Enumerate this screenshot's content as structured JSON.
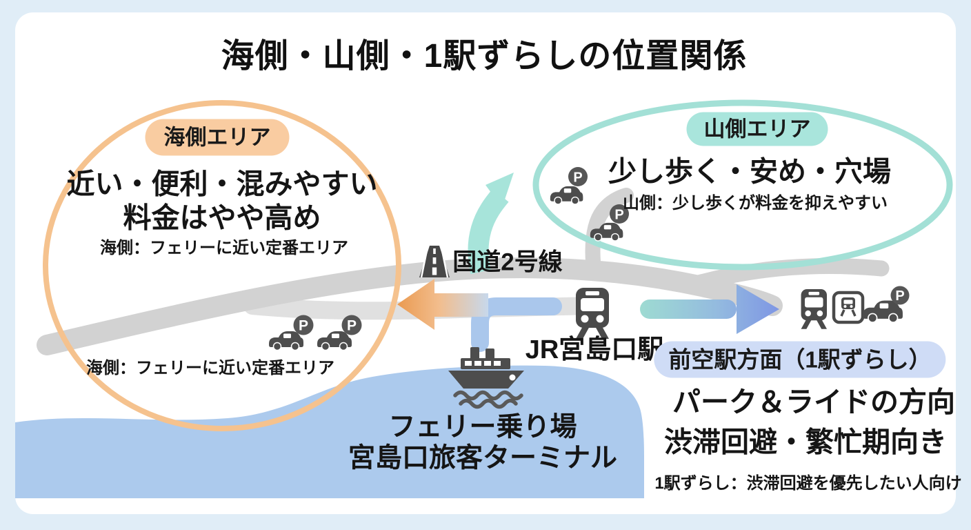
{
  "title": "海側・山側・1駅ずらしの位置関係",
  "sea_area": {
    "badge": "海側エリア",
    "line1": "近い・便利・混みやすい",
    "line2": "料金はやや高め",
    "note_top": "海側：フェリーに近い定番エリア",
    "note_bottom": "海側：フェリーに近い定番エリア"
  },
  "mountain_area": {
    "badge": "山側エリア",
    "line1": "少し歩く・安め・穴場",
    "note": "山側：少し歩くが料金を抑えやすい"
  },
  "shift_area": {
    "badge": "前空駅方面（1駅ずらし）",
    "line1": "パーク＆ライドの方向",
    "line2": "渋滞回避・繁忙期向き",
    "note": "1駅ずらし：渋滞回避を優先したい人向け"
  },
  "landmarks": {
    "route_label": "国道2号線",
    "station_label": "JR宮島口駅",
    "ferry_line1": "フェリー乗り場",
    "ferry_line2": "宮島口旅客ターミナル"
  },
  "icons": {
    "parking_label": "P"
  },
  "colors": {
    "background": "#e0edf7",
    "card": "#ffffff",
    "sea_circle_stroke": "#f5c28e",
    "sea_badge_bg": "#f9cca1",
    "mountain_ellipse_stroke": "#a3e0d6",
    "mountain_badge_bg": "#a9e5dc",
    "shift_badge_bg": "#cfdcf6",
    "water": "#accaed",
    "road_gray": "#d2d2d2",
    "station_road_gray": "#e0e0e0",
    "ferry_road_blue": "#aac7ec",
    "arrow_teal": "#a7e4da",
    "arrow_orange": "#ea9a50",
    "arrow_blue": "#7e96e4",
    "icon_gray": "#4d4d4d",
    "text": "#151515"
  }
}
